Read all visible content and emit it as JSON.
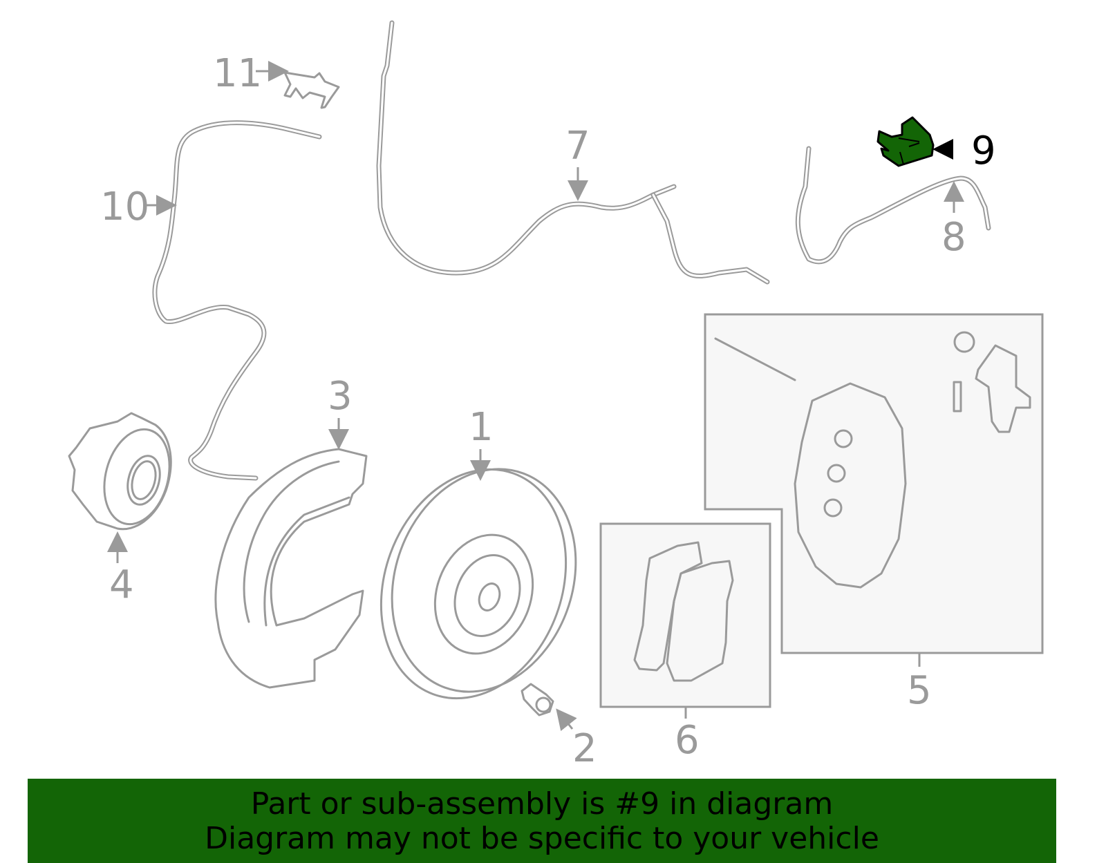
{
  "callouts": {
    "c1": "1",
    "c2": "2",
    "c3": "3",
    "c4": "4",
    "c5": "5",
    "c6": "6",
    "c7": "7",
    "c8": "8",
    "c9": "9",
    "c10": "10",
    "c11": "11"
  },
  "highlight": {
    "part": "9",
    "color": "#136506"
  },
  "banner": {
    "line1": "Part or sub-assembly is #9 in diagram",
    "line2": "Diagram may not be specific to your vehicle",
    "color": "#136506"
  }
}
